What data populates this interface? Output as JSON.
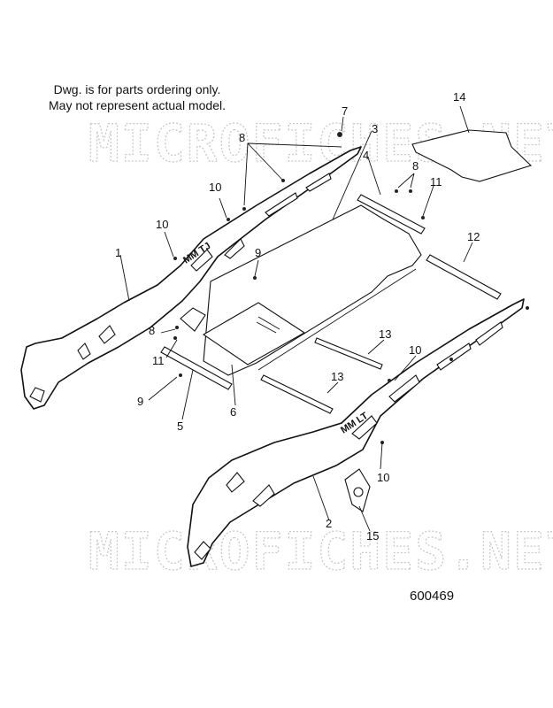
{
  "note": {
    "line1": "Dwg. is for parts ordering only.",
    "line2": "May not represent actual model."
  },
  "watermark": "MICROFICHES.NET",
  "rail_labels": {
    "left": "MM TJ",
    "right": "MM LT"
  },
  "drawing_number": "600469",
  "callouts": [
    "1",
    "2",
    "3",
    "4",
    "5",
    "6",
    "7",
    "8",
    "8",
    "8",
    "9",
    "9",
    "10",
    "10",
    "10",
    "10",
    "11",
    "11",
    "12",
    "13",
    "13",
    "14",
    "15"
  ]
}
